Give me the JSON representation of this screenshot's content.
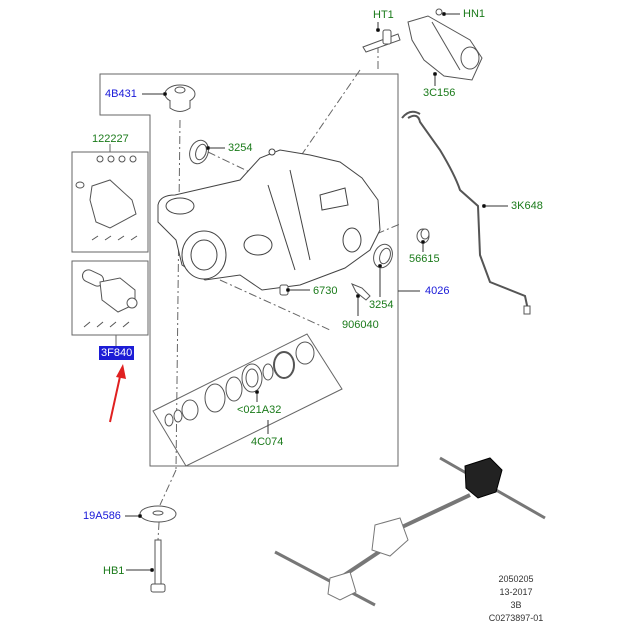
{
  "diagram": {
    "title_hidden": "",
    "callouts": [
      {
        "id": "HT1",
        "text": "HT1",
        "color": "green",
        "part": "stud"
      },
      {
        "id": "HN1",
        "text": "HN1",
        "color": "green",
        "part": "nut"
      },
      {
        "id": "3C156",
        "text": "3C156",
        "color": "green",
        "part": "control module bracket"
      },
      {
        "id": "4B431",
        "text": "4B431",
        "color": "blue",
        "part": "upper bushing/mount"
      },
      {
        "id": "122227",
        "text": "122227",
        "color": "green",
        "part": "cover kit"
      },
      {
        "id": "3254-top",
        "text": "3254",
        "color": "green",
        "part": "oil seal"
      },
      {
        "id": "3K648",
        "text": "3K648",
        "color": "green",
        "part": "vent tube"
      },
      {
        "id": "56615",
        "text": "56615",
        "color": "green",
        "part": "plug"
      },
      {
        "id": "6730",
        "text": "6730",
        "color": "green",
        "part": "drain plug"
      },
      {
        "id": "3254-bottom",
        "text": "3254",
        "color": "green",
        "part": "oil seal"
      },
      {
        "id": "4026",
        "text": "4026",
        "color": "blue",
        "part": "differential assembly"
      },
      {
        "id": "906040",
        "text": "906040",
        "color": "green",
        "part": "sensor"
      },
      {
        "id": "3F840",
        "text": "3F840",
        "color": "blue",
        "part": "actuator motor",
        "highlighted": true
      },
      {
        "id": "021A32",
        "text": "<021A32",
        "color": "green",
        "part": "pinion seal"
      },
      {
        "id": "4C074",
        "text": "4C074",
        "color": "green",
        "part": "bearing kit"
      },
      {
        "id": "19A586",
        "text": "19A586",
        "color": "blue",
        "part": "lower bushing"
      },
      {
        "id": "HB1",
        "text": "HB1",
        "color": "green",
        "part": "bolt"
      }
    ],
    "footer": {
      "line1": "2050205",
      "line2": "13-2017",
      "line3": "3B",
      "line4": "C0273897-01"
    },
    "colors": {
      "green_label": "#1a7a1a",
      "blue_label": "#1818d8",
      "highlight_bg": "#1c1cd6",
      "arrow": "#e02020",
      "line": "#555555"
    }
  }
}
